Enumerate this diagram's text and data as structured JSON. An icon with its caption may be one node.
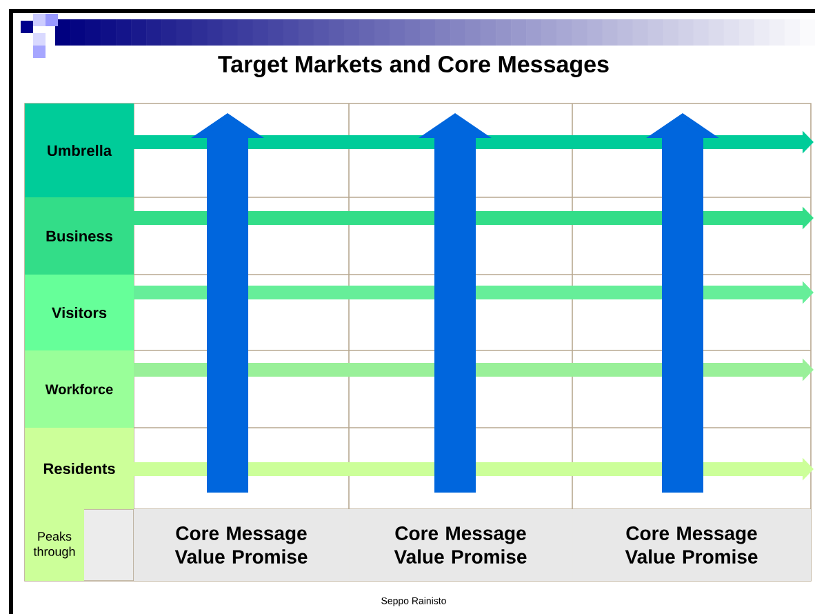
{
  "diagram": {
    "title": "Target Markets and Core Messages",
    "nodes": [
      {
        "text": [
          "Umbrella"
        ]
      },
      {
        "text": [
          "Business"
        ]
      },
      {
        "text": [
          "Visitors"
        ]
      },
      {
        "text": [
          "Workforce"
        ]
      },
      {
        "text": [
          "Residents"
        ]
      },
      {
        "text": [
          "Peaks through"
        ]
      },
      {
        "text": [
          "Core Message Value Promise"
        ]
      },
      {
        "text": [
          "Core Message Value Promise"
        ]
      },
      {
        "text": [
          "Core Message Value Promise"
        ]
      }
    ],
    "edges": [
      {
        "from": 0,
        "to": null,
        "arrow": "to",
        "color": "#00cc99"
      },
      {
        "from": 1,
        "to": null,
        "arrow": "to",
        "color": "#33dd88"
      },
      {
        "from": 2,
        "to": null,
        "arrow": "to",
        "color": "#66ee99"
      },
      {
        "from": 3,
        "to": null,
        "arrow": "to",
        "color": "#99f099"
      },
      {
        "from": 4,
        "to": null,
        "arrow": "to",
        "color": "#ccff99"
      },
      {
        "from": 6,
        "to": null,
        "arrow": "to",
        "style": "thick",
        "color": "#0066dd"
      },
      {
        "from": 7,
        "to": null,
        "arrow": "to",
        "style": "thick",
        "color": "#0066dd"
      },
      {
        "from": 8,
        "to": null,
        "arrow": "to",
        "style": "thick",
        "color": "#0066dd"
      }
    ],
    "labels": [
      "Seppo Rainisto"
    ]
  }
}
